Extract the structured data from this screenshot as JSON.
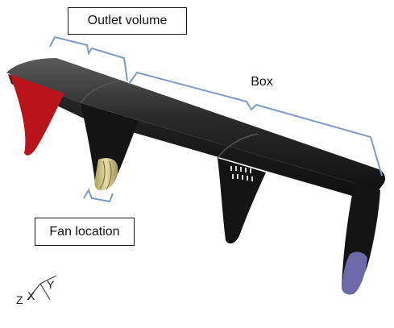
{
  "labels": {
    "outlet_volume": "Outlet volume",
    "box": "Box",
    "fan_location": "Fan location"
  },
  "axes": {
    "z": "Z",
    "x": "X",
    "y": "Y"
  },
  "colors": {
    "body": "#1c1c1c",
    "body_highlight": "#4a4a4a",
    "inlet_red": "#b8141a",
    "fan_yellow": "#d8cf8c",
    "outlet_purple": "#6c6aa8",
    "bracket_blue": "#7b9bc4"
  }
}
